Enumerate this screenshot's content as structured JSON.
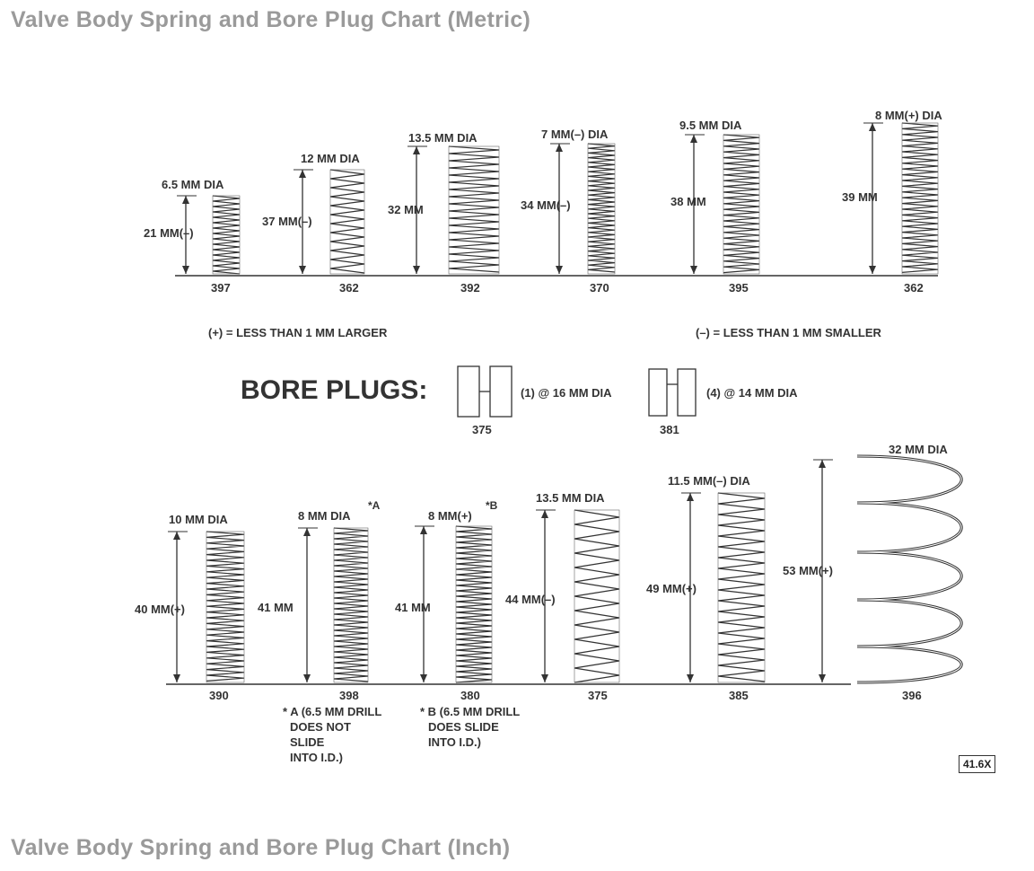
{
  "titles": {
    "metric": "Valve Body Spring and Bore Plug Chart (Metric)",
    "inch": "Valve Body Spring and Bore Plug Chart (Inch)"
  },
  "top_springs": [
    {
      "dia": "6.5 MM DIA",
      "len": "21 MM(–)",
      "num": "397"
    },
    {
      "dia": "12 MM DIA",
      "len": "37 MM(–)",
      "num": "362"
    },
    {
      "dia": "13.5 MM DIA",
      "len": "32 MM",
      "num": "392"
    },
    {
      "dia": "7 MM(–) DIA",
      "len": "34 MM(–)",
      "num": "370"
    },
    {
      "dia": "9.5 MM DIA",
      "len": "38 MM",
      "num": "395"
    },
    {
      "dia": "8 MM(+) DIA",
      "len": "39 MM",
      "num": "362"
    }
  ],
  "legend": {
    "plus": "(+) = LESS THAN 1 MM LARGER",
    "minus": "(–) = LESS THAN 1 MM SMALLER"
  },
  "bore_plugs": {
    "label": "BORE PLUGS:",
    "plug1": {
      "text": "(1) @ 16 MM DIA",
      "num": "375"
    },
    "plug2": {
      "text": "(4) @ 14 MM DIA",
      "num": "381"
    }
  },
  "bottom_springs": [
    {
      "dia": "10 MM DIA",
      "len": "40 MM(+)",
      "num": "390"
    },
    {
      "dia": "8 MM DIA",
      "len": "41 MM",
      "num": "398",
      "mark": "*A"
    },
    {
      "dia": "8 MM(+)",
      "len": "41 MM",
      "num": "380",
      "mark": "*B"
    },
    {
      "dia": "13.5 MM DIA",
      "len": "44 MM(–)",
      "num": "375"
    },
    {
      "dia": "11.5 MM(–) DIA",
      "len": "49 MM(+)",
      "num": "385"
    },
    {
      "dia": "32 MM DIA",
      "len": "53 MM(+)",
      "num": "396"
    }
  ],
  "notes": {
    "a": [
      "* A (6.5 MM DRILL",
      "DOES NOT",
      "SLIDE",
      "INTO I.D.)"
    ],
    "b": [
      "* B (6.5 MM DRILL",
      "DOES SLIDE",
      "INTO I.D.)"
    ]
  },
  "figure_id": "41.6X"
}
